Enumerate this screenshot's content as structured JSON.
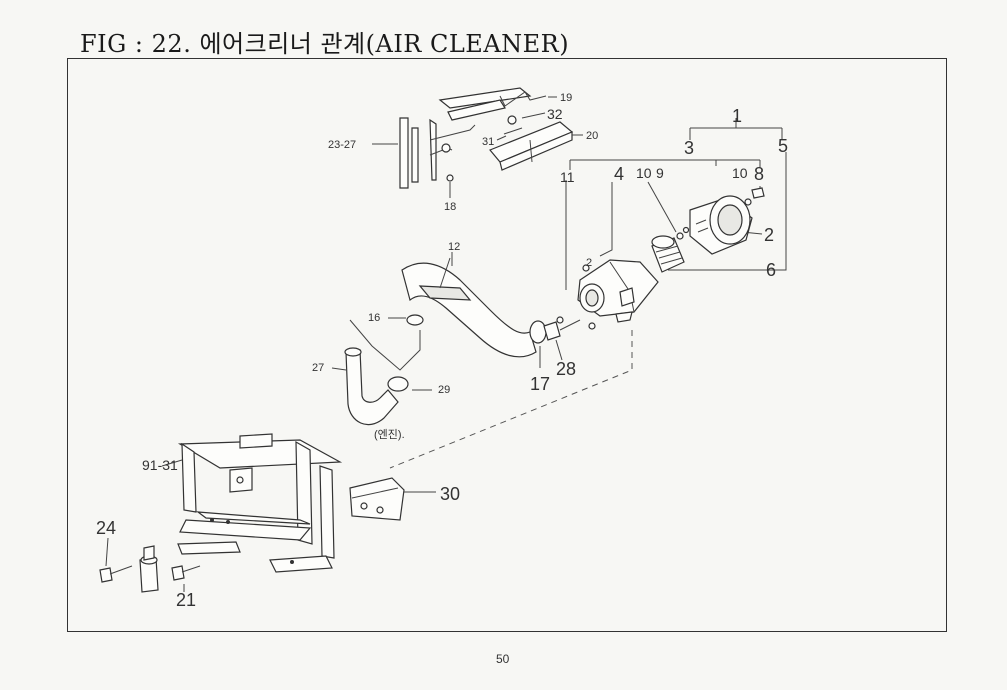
{
  "figure": {
    "title": "FIG : 22. 에어크리너 관계(AIR CLEANER)",
    "page_number": "50",
    "engine_note": "(엔진)."
  },
  "callouts": {
    "c1": "1",
    "c2": "2",
    "c2b": "2",
    "c3": "3",
    "c4": "4",
    "c5": "5",
    "c6": "6",
    "c8": "8",
    "c9": "9",
    "c10a": "10",
    "c10b": "10",
    "c11": "11",
    "c12": "12",
    "c16": "16",
    "c17": "17",
    "c18": "18",
    "c19": "19",
    "c20": "20",
    "c21": "21",
    "c23_27": "23-27",
    "c24": "24",
    "c27": "27",
    "c28": "28",
    "c29": "29",
    "c30": "30",
    "c31": "31",
    "c32": "32",
    "c91_31": "91-31"
  }
}
